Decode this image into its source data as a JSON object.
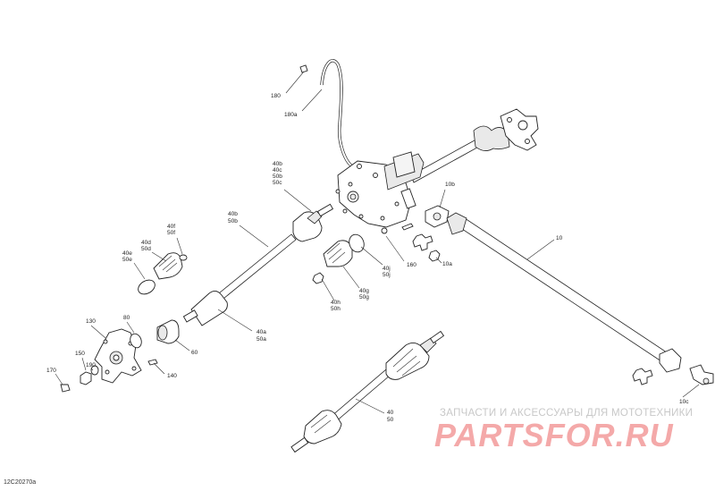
{
  "diagram_code": "12C20270a",
  "watermark": {
    "tagline": "ЗАПЧАСТИ И АКСЕССУАРЫ ДЛЯ МОТОТЕХНИКИ",
    "brand": "PARTSFOR.RU"
  },
  "callouts": {
    "c180": "180",
    "c180a": "180a",
    "c40b_1": "40b",
    "c40c_1": "40c",
    "c50b_1": "50b",
    "c50c_1": "50c",
    "c40b_2": "40b",
    "c50b_2": "50b",
    "c10b": "10b",
    "c10": "10",
    "c10a": "10a",
    "c160": "160",
    "c40f": "40f",
    "c50f": "50f",
    "c40d": "40d",
    "c50d": "50d",
    "c40e": "40e",
    "c50e": "50e",
    "c40j": "40j",
    "c50j": "50j",
    "c40g": "40g",
    "c50g": "50g",
    "c40h": "40h",
    "c50h": "50h",
    "c130": "130",
    "c80": "80",
    "c60": "60",
    "c40a": "40a",
    "c50a": "50a",
    "c150": "150",
    "c190": "190",
    "c170": "170",
    "c140": "140",
    "c40": "40",
    "c50": "50",
    "c10c": "10c"
  }
}
